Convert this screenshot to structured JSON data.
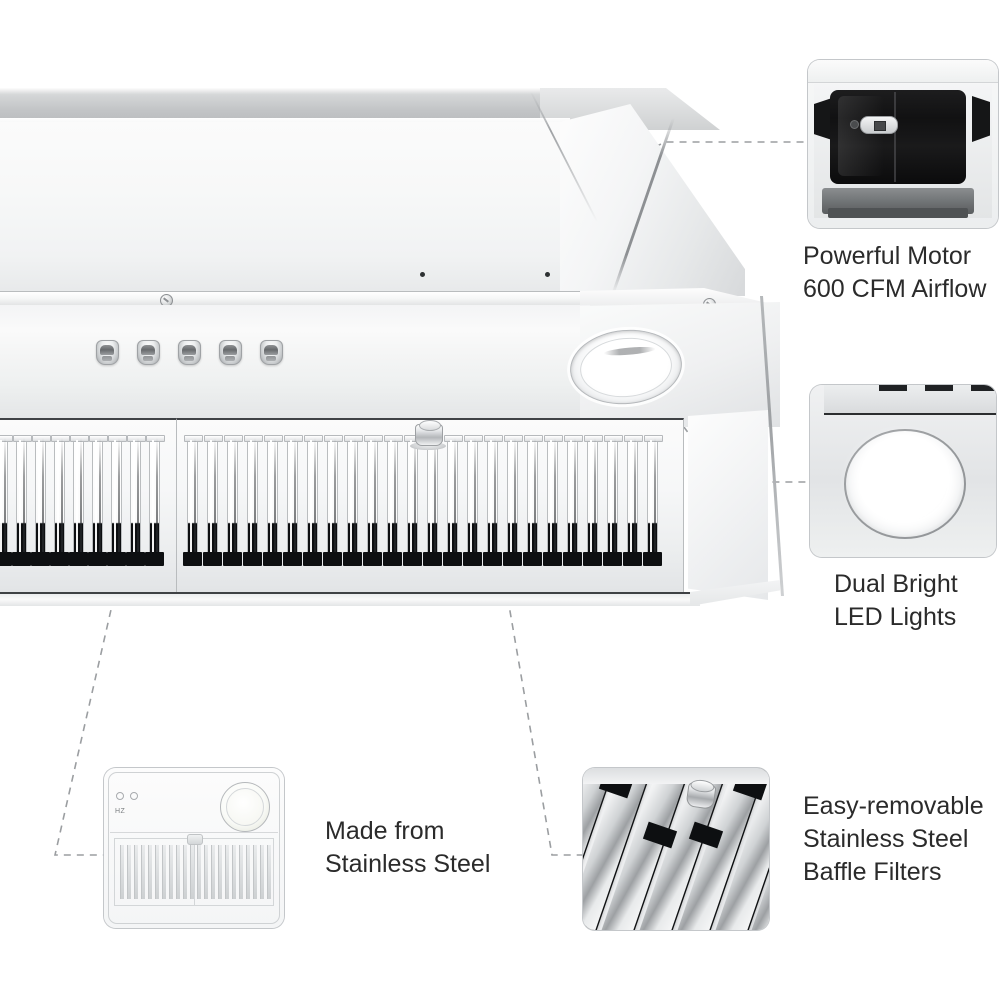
{
  "page": {
    "background_color": "#ffffff",
    "text_color": "#2b2b2b"
  },
  "product": {
    "name": "stainless-steel-range-hood",
    "control_panel": {
      "button_count": 5,
      "buttons": [
        "power-button",
        "light-button",
        "speed-1-button",
        "speed-2-button",
        "speed-3-button"
      ]
    }
  },
  "features": [
    {
      "id": "motor",
      "thumbnail": "motor-blower-thumbnail",
      "caption_line1": "Powerful Motor",
      "caption_line2": "600 CFM Airflow",
      "caption": "Powerful Motor\n600 CFM Airflow"
    },
    {
      "id": "led",
      "thumbnail": "led-light-thumbnail",
      "caption_line1": "Dual Bright",
      "caption_line2": "LED Lights",
      "caption": "Dual Bright\nLED Lights"
    },
    {
      "id": "stainless",
      "thumbnail": "stainless-steel-hood-thumbnail",
      "caption_line1": "Made from",
      "caption_line2": "Stainless Steel",
      "caption": "Made from\nStainless Steel",
      "badge_text": "HZ"
    },
    {
      "id": "baffle",
      "thumbnail": "baffle-filter-thumbnail",
      "caption_line1": "Easy-removable",
      "caption_line2": "Stainless Steel",
      "caption_line3": "Baffle Filters",
      "caption": "Easy-removable\nStainless Steel\nBaffle Filters"
    }
  ],
  "colors": {
    "steel_light": "#f7f8f8",
    "steel_mid": "#c8cacb",
    "steel_dark": "#3f4245",
    "slot_black": "#0d0f11",
    "connector_line": "#9b9ea1"
  }
}
